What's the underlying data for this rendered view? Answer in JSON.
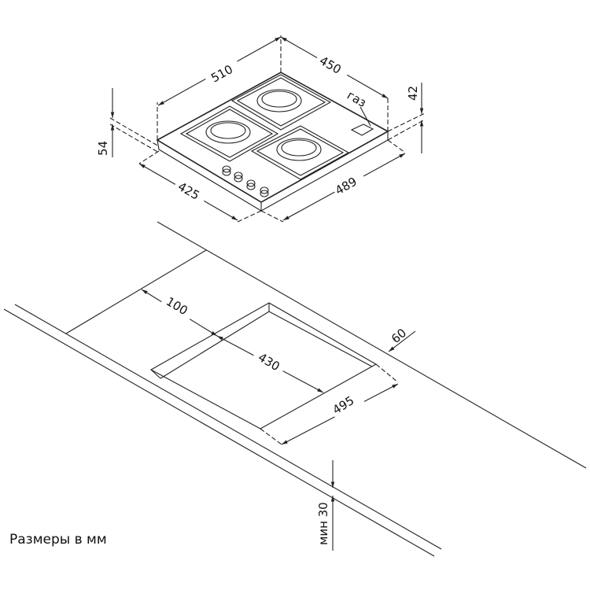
{
  "hob": {
    "gas_label": "газ",
    "dimensions": {
      "width": "510",
      "depth": "450",
      "front_width": "489",
      "side_depth": "425",
      "height_total": "54",
      "height_body": "42"
    },
    "burners": 3,
    "knobs": 4
  },
  "cutout": {
    "dimensions": {
      "front_gap": "100",
      "depth": "430",
      "width": "495",
      "back_gap": "60",
      "min_thickness": "мин 30"
    }
  },
  "note": "Размеры в мм",
  "colors": {
    "line": "#222222",
    "background": "#ffffff"
  }
}
